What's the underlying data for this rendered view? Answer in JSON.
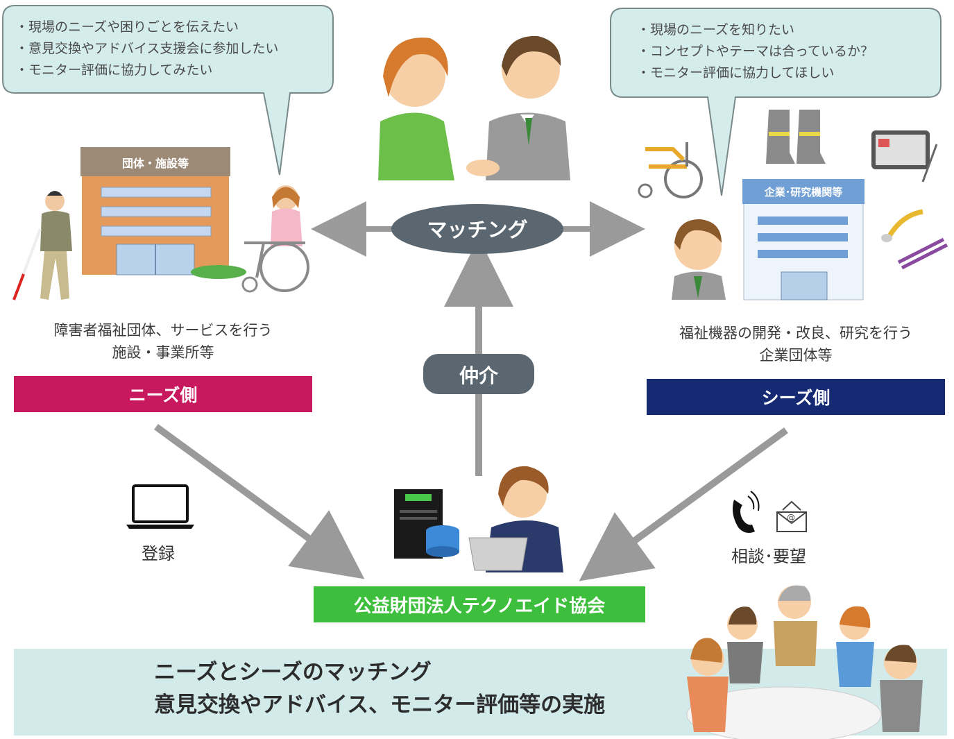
{
  "left_bubble": {
    "lines": [
      "・現場のニーズや困りごとを伝えたい",
      "・意見交換やアドバイス支援会に参加したい",
      "・モニター評価に協力してみたい"
    ]
  },
  "right_bubble": {
    "lines": [
      "・現場のニーズを知りたい",
      "・コンセプトやテーマは合っているか？",
      "・モニター評価に協力してほしい"
    ]
  },
  "facility_sign": "団体・施設等",
  "company_sign": "企業･研究機関等",
  "matching_label": "マッチング",
  "mediation_label": "仲介",
  "needs": {
    "caption_line1": "障害者福祉団体、サービスを行う",
    "caption_line2": "施設・事業所等",
    "band_label": "ニーズ側"
  },
  "seeds": {
    "caption_line1": "福祉機器の開発・改良、研究を行う",
    "caption_line2": "企業団体等",
    "band_label": "シーズ側"
  },
  "register_label": "登録",
  "consult_label": "相談･要望",
  "association_label": "公益財団法人テクノエイド協会",
  "bottom": {
    "line1": "ニーズとシーズのマッチング",
    "line2": "意見交換やアドバイス、モニター評価等の実施"
  },
  "colors": {
    "bubble_bg": "#d5ecec",
    "needs_band": "#c8195e",
    "seeds_band": "#152a72",
    "green": "#3dbf3d",
    "oval": "#5a6770",
    "arrow": "#9a9a9a",
    "bottom_band": "#d2ebea"
  }
}
